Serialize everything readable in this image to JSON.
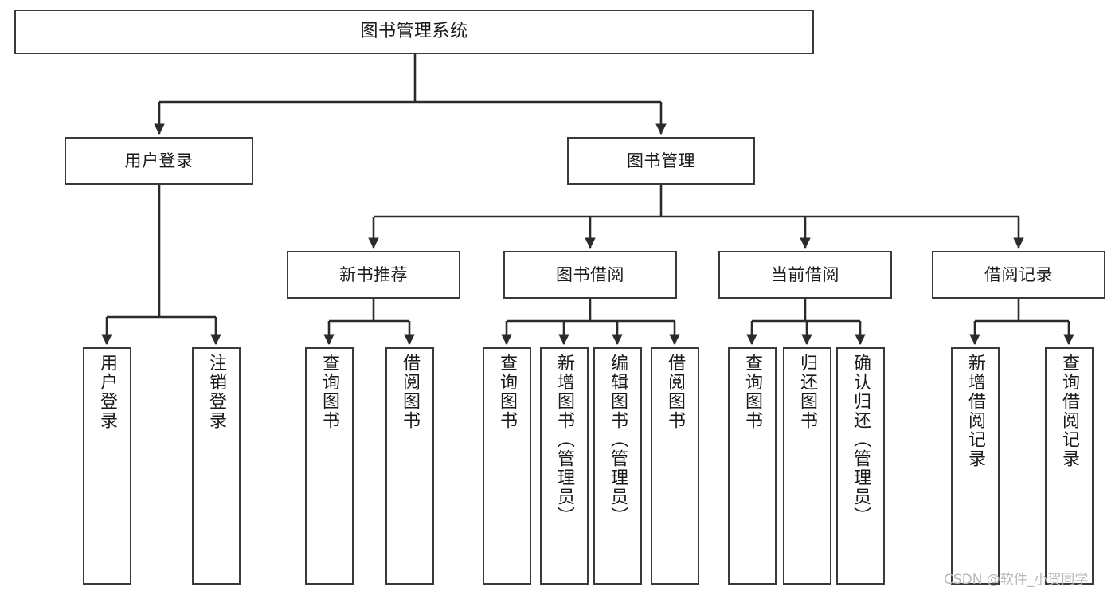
{
  "diagram": {
    "title": "图书管理系统",
    "type": "tree-hierarchy-chart",
    "colors": {
      "box_border": "#3a3a3a",
      "box_fill": "#ffffff",
      "connector": "#2b2b2b",
      "text": "#1a1a1a",
      "watermark": "#b9b9b9",
      "background": "#ffffff"
    },
    "watermark": "CSDN @软件_小贺同学",
    "root": {
      "label": "图书管理系统"
    },
    "level2": [
      {
        "label": "用户登录"
      },
      {
        "label": "图书管理"
      }
    ],
    "level3": [
      {
        "label": "新书推荐"
      },
      {
        "label": "图书借阅"
      },
      {
        "label": "当前借阅"
      },
      {
        "label": "借阅记录"
      }
    ],
    "leaves": {
      "user_login": [
        {
          "label": "用户登录"
        },
        {
          "label": "注销登录"
        }
      ],
      "new_book_recommend": [
        {
          "label": "查询图书"
        },
        {
          "label": "借阅图书"
        }
      ],
      "book_borrow": [
        {
          "label": "查询图书"
        },
        {
          "label": "新增图书（管理员）"
        },
        {
          "label": "编辑图书（管理员）"
        },
        {
          "label": "借阅图书"
        }
      ],
      "current_borrow": [
        {
          "label": "查询图书"
        },
        {
          "label": "归还图书"
        },
        {
          "label": "确认归还（管理员）"
        }
      ],
      "borrow_record": [
        {
          "label": "新增借阅记录"
        },
        {
          "label": "查询借阅记录"
        }
      ]
    }
  }
}
